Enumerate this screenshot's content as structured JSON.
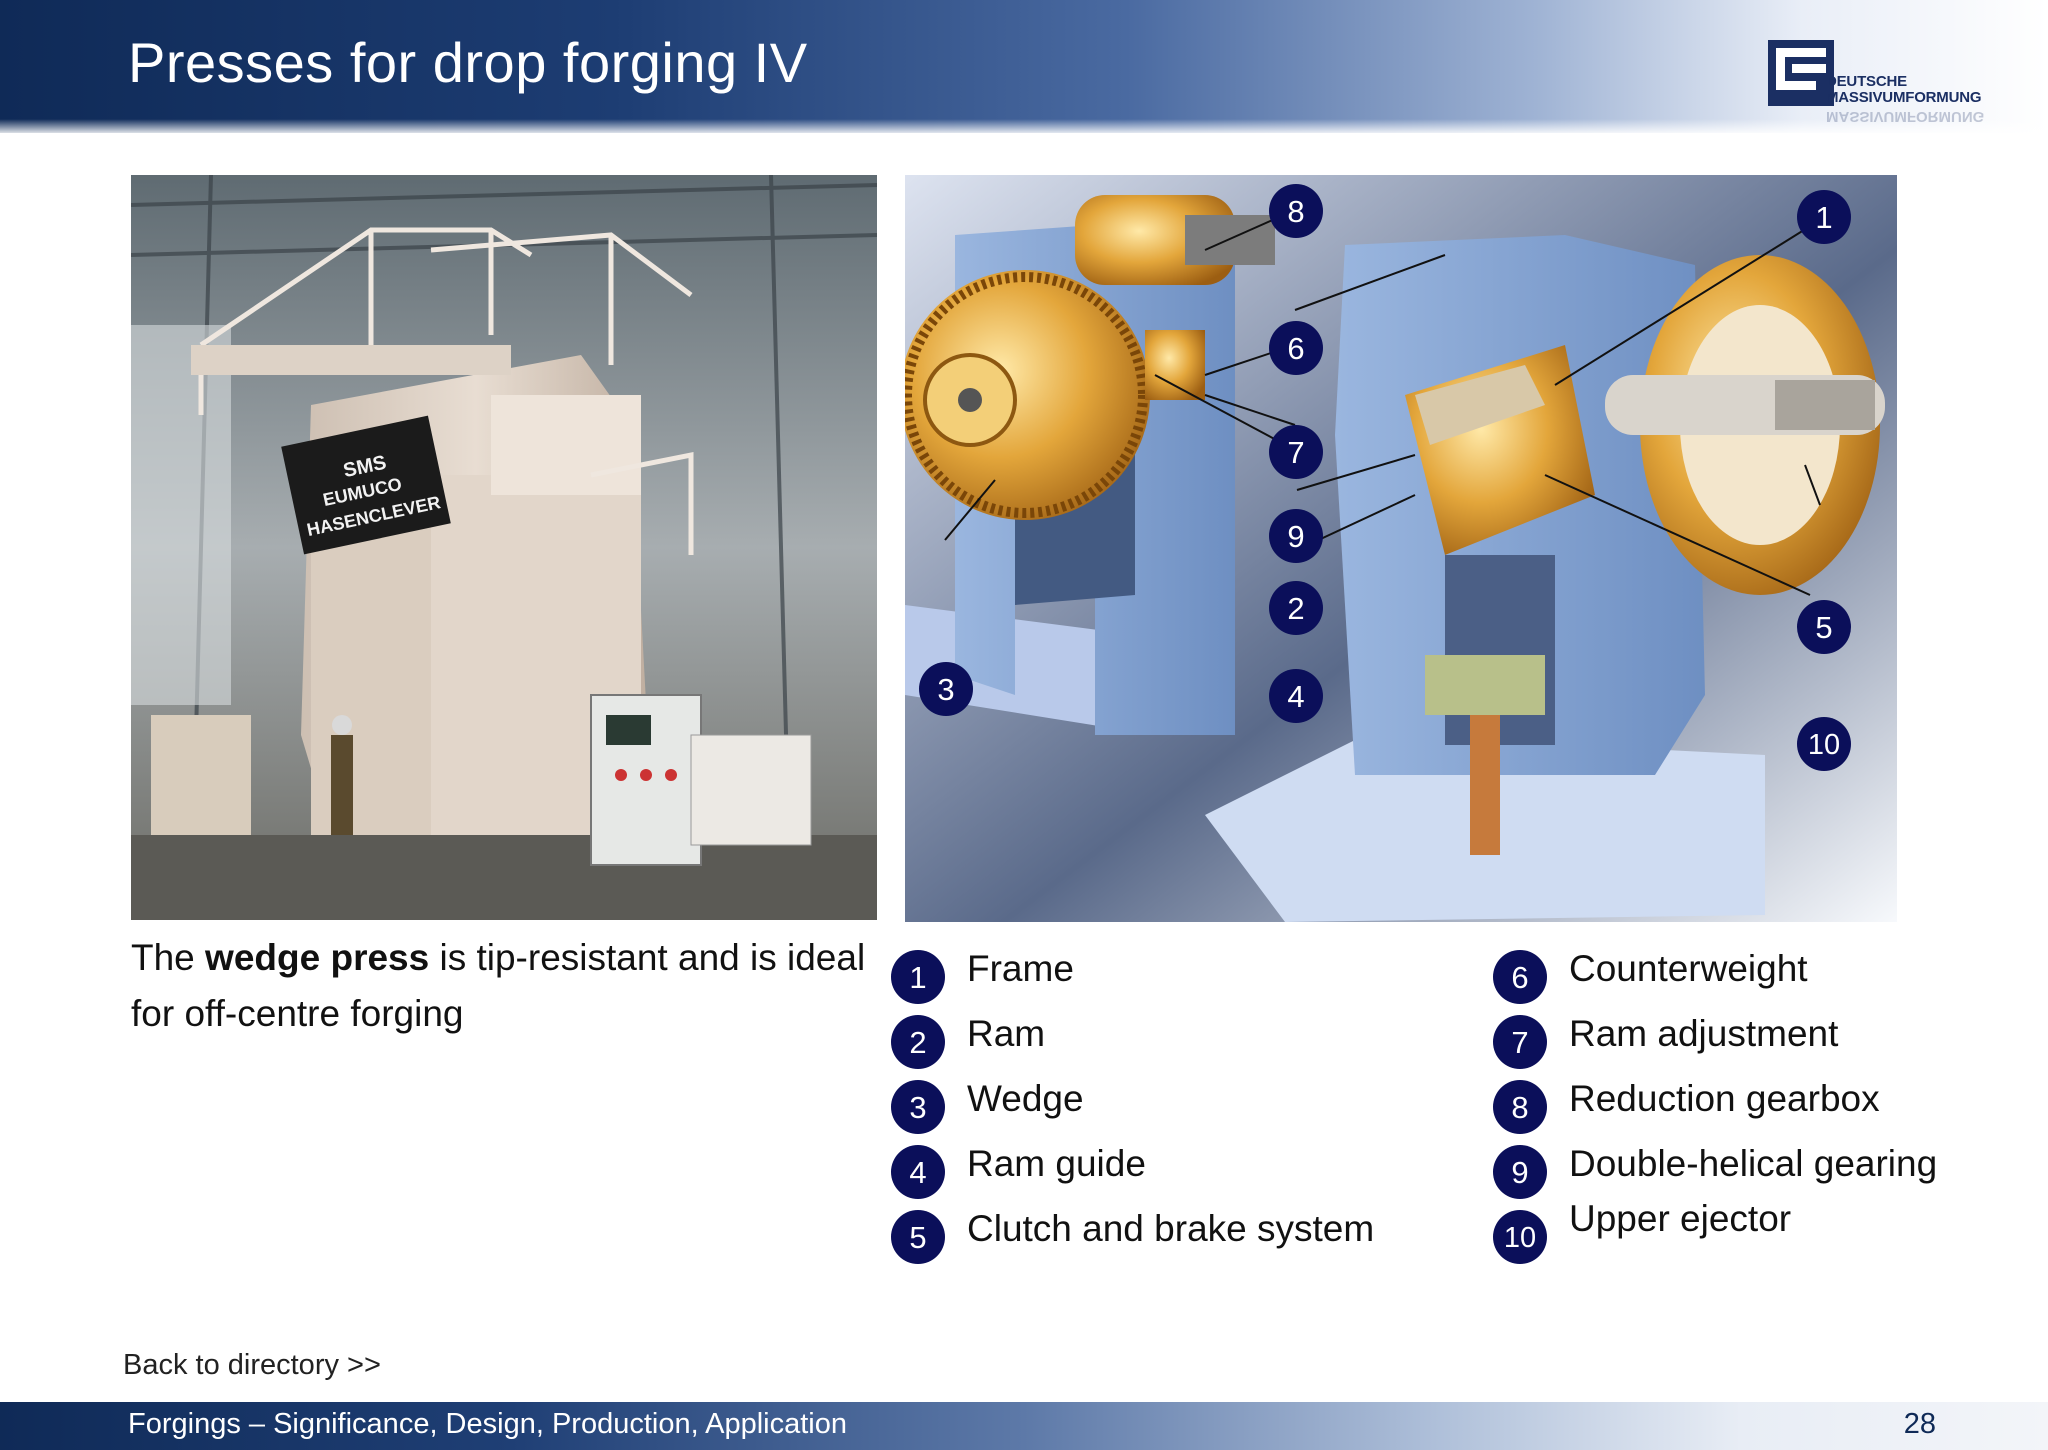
{
  "header": {
    "title": "Presses for drop forging IV"
  },
  "logo": {
    "line1": "DEUTSCHE",
    "line2": "MASSIVUMFORMUNG"
  },
  "photo": {
    "sign_lines": [
      "SMS",
      "EUMUCO",
      "HASENCLEVER"
    ]
  },
  "caption": {
    "before": "The ",
    "bold": "wedge press",
    "after": " is tip-resistant and is ideal for off-centre forging"
  },
  "diagram": {
    "callouts": [
      "1",
      "2",
      "3",
      "4",
      "5",
      "6",
      "7",
      "8",
      "9",
      "10"
    ]
  },
  "legend": {
    "left": [
      {
        "num": "1",
        "label": "Frame"
      },
      {
        "num": "2",
        "label": "Ram"
      },
      {
        "num": "3",
        "label": "Wedge"
      },
      {
        "num": "4",
        "label": "Ram guide"
      },
      {
        "num": "5",
        "label": "Clutch and brake system"
      }
    ],
    "right": [
      {
        "num": "6",
        "label": "Counterweight"
      },
      {
        "num": "7",
        "label": "Ram adjustment"
      },
      {
        "num": "8",
        "label": "Reduction gearbox"
      },
      {
        "num": "9",
        "label": "Double-helical gearing"
      },
      {
        "num": "10",
        "label": "Upper ejector"
      }
    ]
  },
  "nav": {
    "back": "Back to directory >>"
  },
  "footer": {
    "text": "Forgings – Significance, Design, Production,  Application",
    "page": "28"
  },
  "colors": {
    "header_dark": "#0f2a57",
    "badge": "#0b0f5a",
    "gold": "#d9a23a"
  }
}
